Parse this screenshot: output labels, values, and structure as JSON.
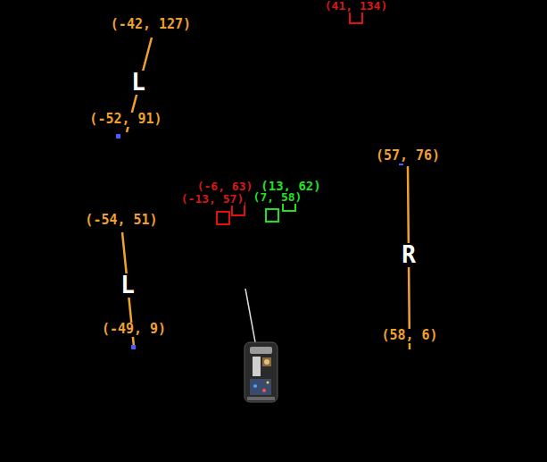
{
  "diagram": {
    "labels": [
      "(41, 134)",
      "(-42, 127)",
      "L",
      "(-52, 91)",
      "(57, 76)",
      "(-6, 63)",
      "(13, 62)",
      "(-13, 57)",
      "(7, 58)",
      "(-54, 51)",
      "R",
      "L",
      "(-49, 9)",
      "(58, 6)"
    ]
  }
}
